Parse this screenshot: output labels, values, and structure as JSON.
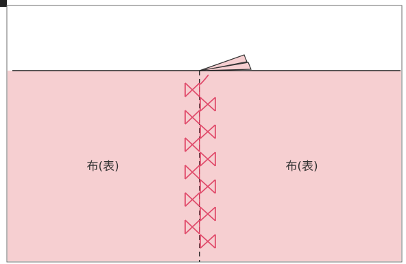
{
  "figure": {
    "marker": "",
    "labels": {
      "fabric_left": "布(表)",
      "fabric_right": "布(表)"
    }
  },
  "colors": {
    "fabric": "#f6cfd1",
    "stitch": "#e04a6a",
    "seam": "#222222",
    "frame": "#555555",
    "background": "#ffffff"
  },
  "stitches": {
    "left_column_count": 6,
    "right_column_count": 6
  }
}
